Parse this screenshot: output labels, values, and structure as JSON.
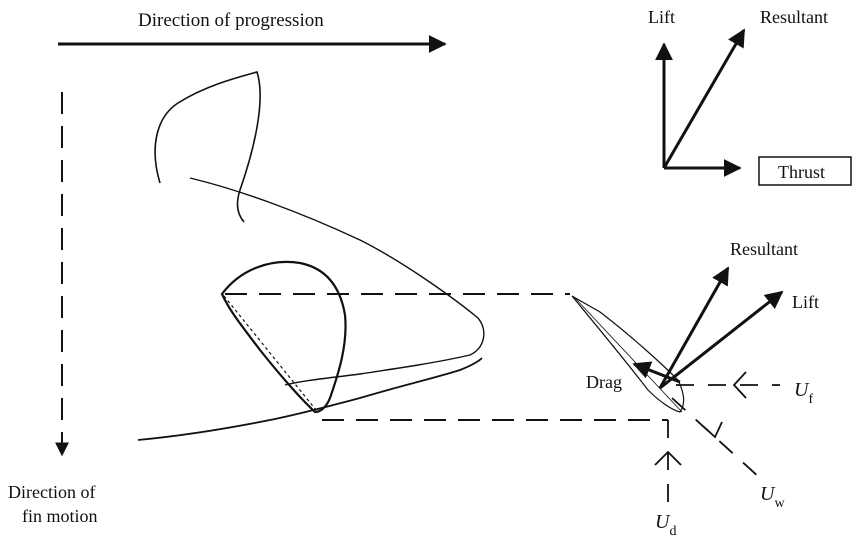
{
  "labels": {
    "direction_progression": "Direction of progression",
    "direction_fin_motion_1": "Direction of",
    "direction_fin_motion_2": "fin motion",
    "inset_lift": "Lift",
    "inset_resultant": "Resultant",
    "inset_thrust": "Thrust",
    "main_resultant": "Resultant",
    "main_lift": "Lift",
    "main_drag": "Drag",
    "uf": "U",
    "uf_sub": "f",
    "uw": "U",
    "uw_sub": "w",
    "ud": "U",
    "ud_sub": "d"
  },
  "colors": {
    "ink": "#111111",
    "background": "#ffffff"
  }
}
